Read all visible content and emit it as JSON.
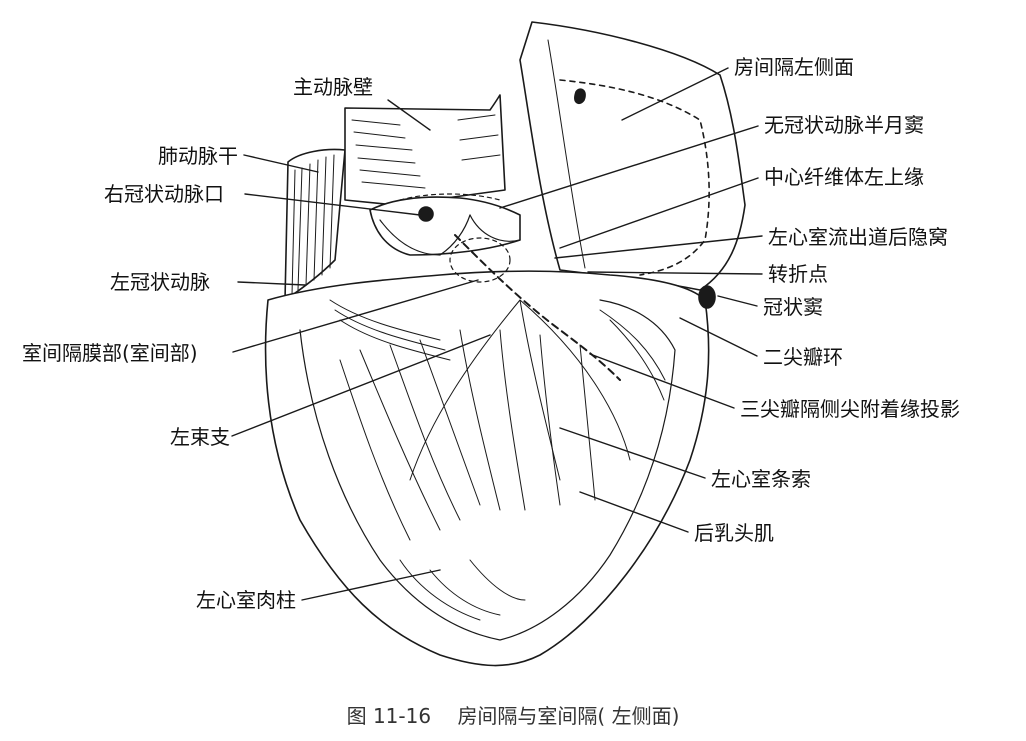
{
  "labels": {
    "aorta_wall": "主动脉壁",
    "pulmonary_trunk": "肺动脉干",
    "right_coronary_ostium": "右冠状动脉口",
    "left_coronary_artery": "左冠状动脉",
    "membranous_septum": "室间隔膜部(室间部)",
    "left_bundle_branch": "左束支",
    "left_trabeculae": "左心室肉柱",
    "atrial_septum_left": "房间隔左侧面",
    "noncoronary_sinus": "无冠状动脉半月窦",
    "central_fibrous_body": "中心纤维体左上缘",
    "lvot_recess": "左心室流出道后隐窝",
    "turning_point": "转折点",
    "coronary_sinus": "冠状窦",
    "mitral_annulus": "二尖瓣环",
    "tricuspid_projection": "三尖瓣隔侧尖附着缘投影",
    "left_chordae": "左心室条索",
    "posterior_papillary": "后乳头肌"
  },
  "caption": {
    "number": "图 11-16",
    "title": "房间隔与室间隔( 左侧面)"
  }
}
